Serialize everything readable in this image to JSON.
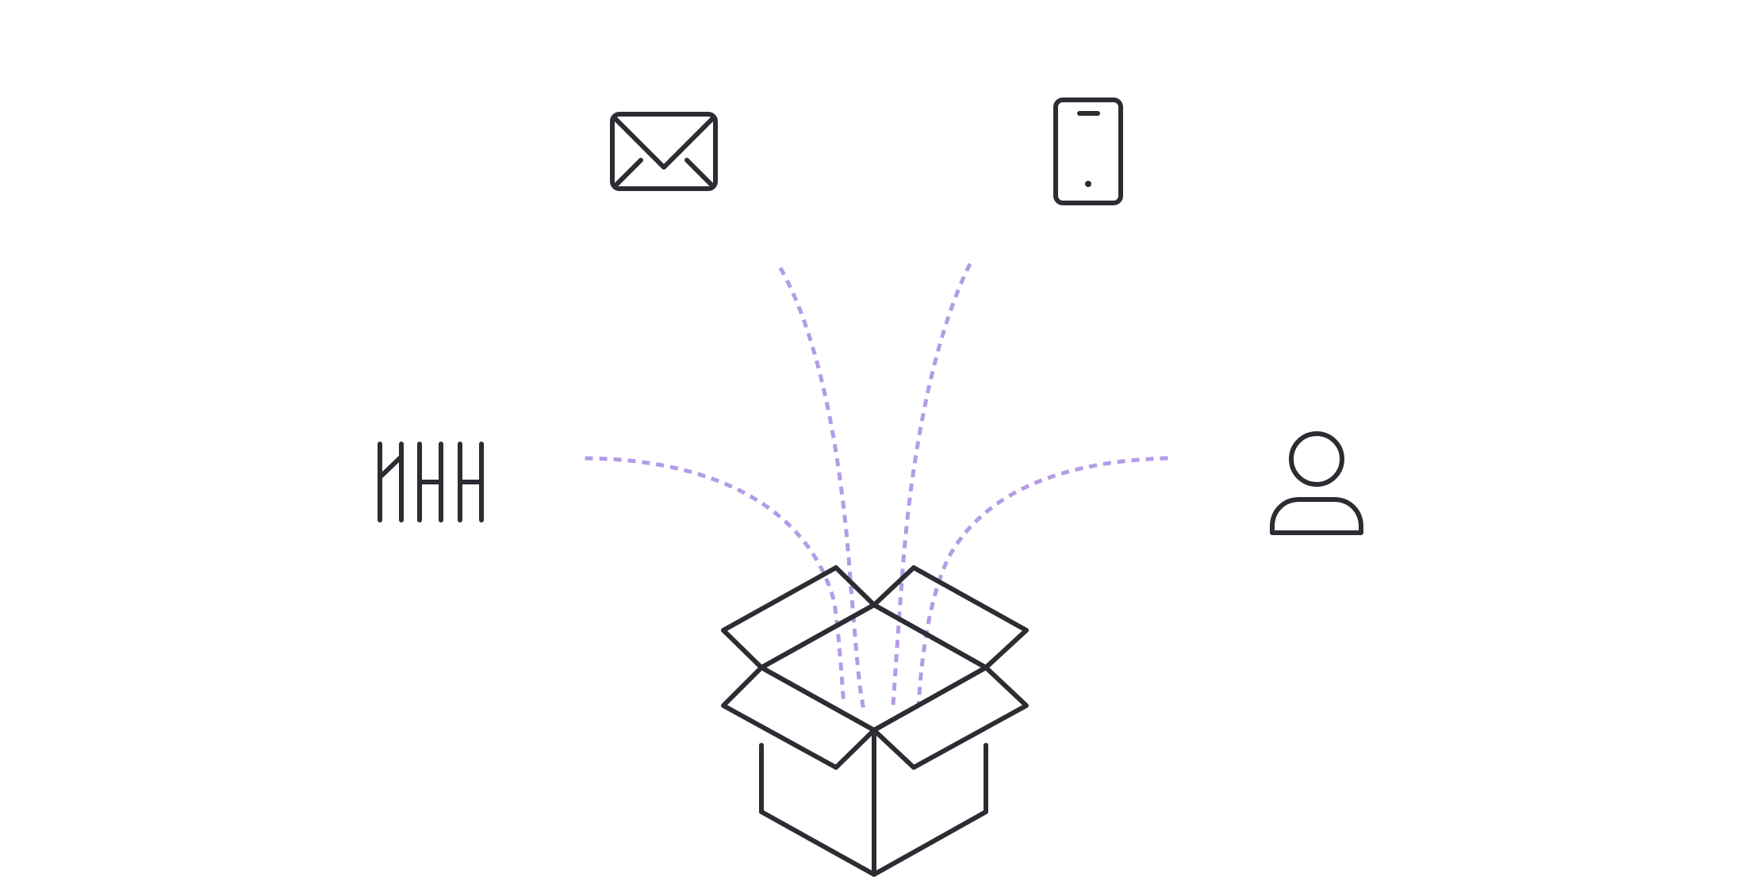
{
  "colors": {
    "background": "#ffffff",
    "ink": "#2b2d33",
    "dots": "#b39ce6"
  },
  "icons": [
    {
      "name": "envelope-icon",
      "meaning": "email"
    },
    {
      "name": "smartphone-icon",
      "meaning": "phone"
    },
    {
      "name": "name-letters-icon",
      "meaning": "name"
    },
    {
      "name": "person-icon",
      "meaning": "profile"
    },
    {
      "name": "open-box-icon",
      "meaning": "storage box"
    }
  ]
}
